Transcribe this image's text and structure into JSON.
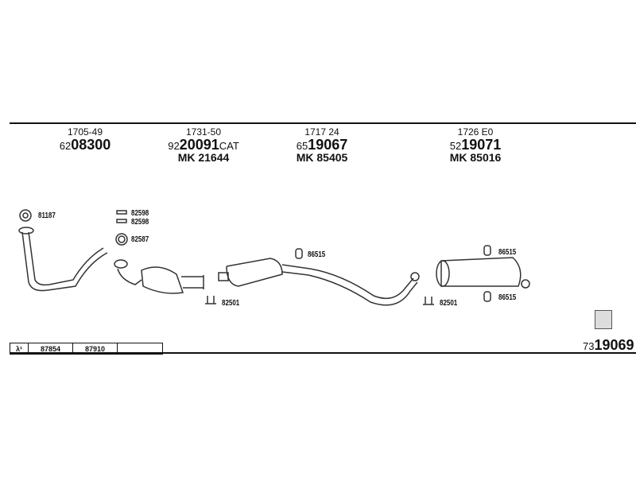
{
  "parts": [
    {
      "ref": "1705-49",
      "prefix": "62",
      "number": "08300",
      "suffix": "",
      "mk": ""
    },
    {
      "ref": "1731-50",
      "prefix": "92",
      "number": "20091",
      "suffix": "CAT",
      "mk": "MK 21644"
    },
    {
      "ref": "1717 24",
      "prefix": "65",
      "number": "19067",
      "suffix": "",
      "mk": "MK 85405"
    },
    {
      "ref": "1726 E0",
      "prefix": "52",
      "number": "19071",
      "suffix": "",
      "mk": "MK 85016"
    }
  ],
  "fittings": [
    "81187",
    "82598",
    "82598",
    "82587",
    "86515",
    "82501",
    "82501",
    "86515",
    "86515"
  ],
  "footer": {
    "lambda": "λ¹",
    "cells": [
      "87854",
      "87910",
      ""
    ],
    "kit_prefix": "73",
    "kit_number": "19069"
  }
}
